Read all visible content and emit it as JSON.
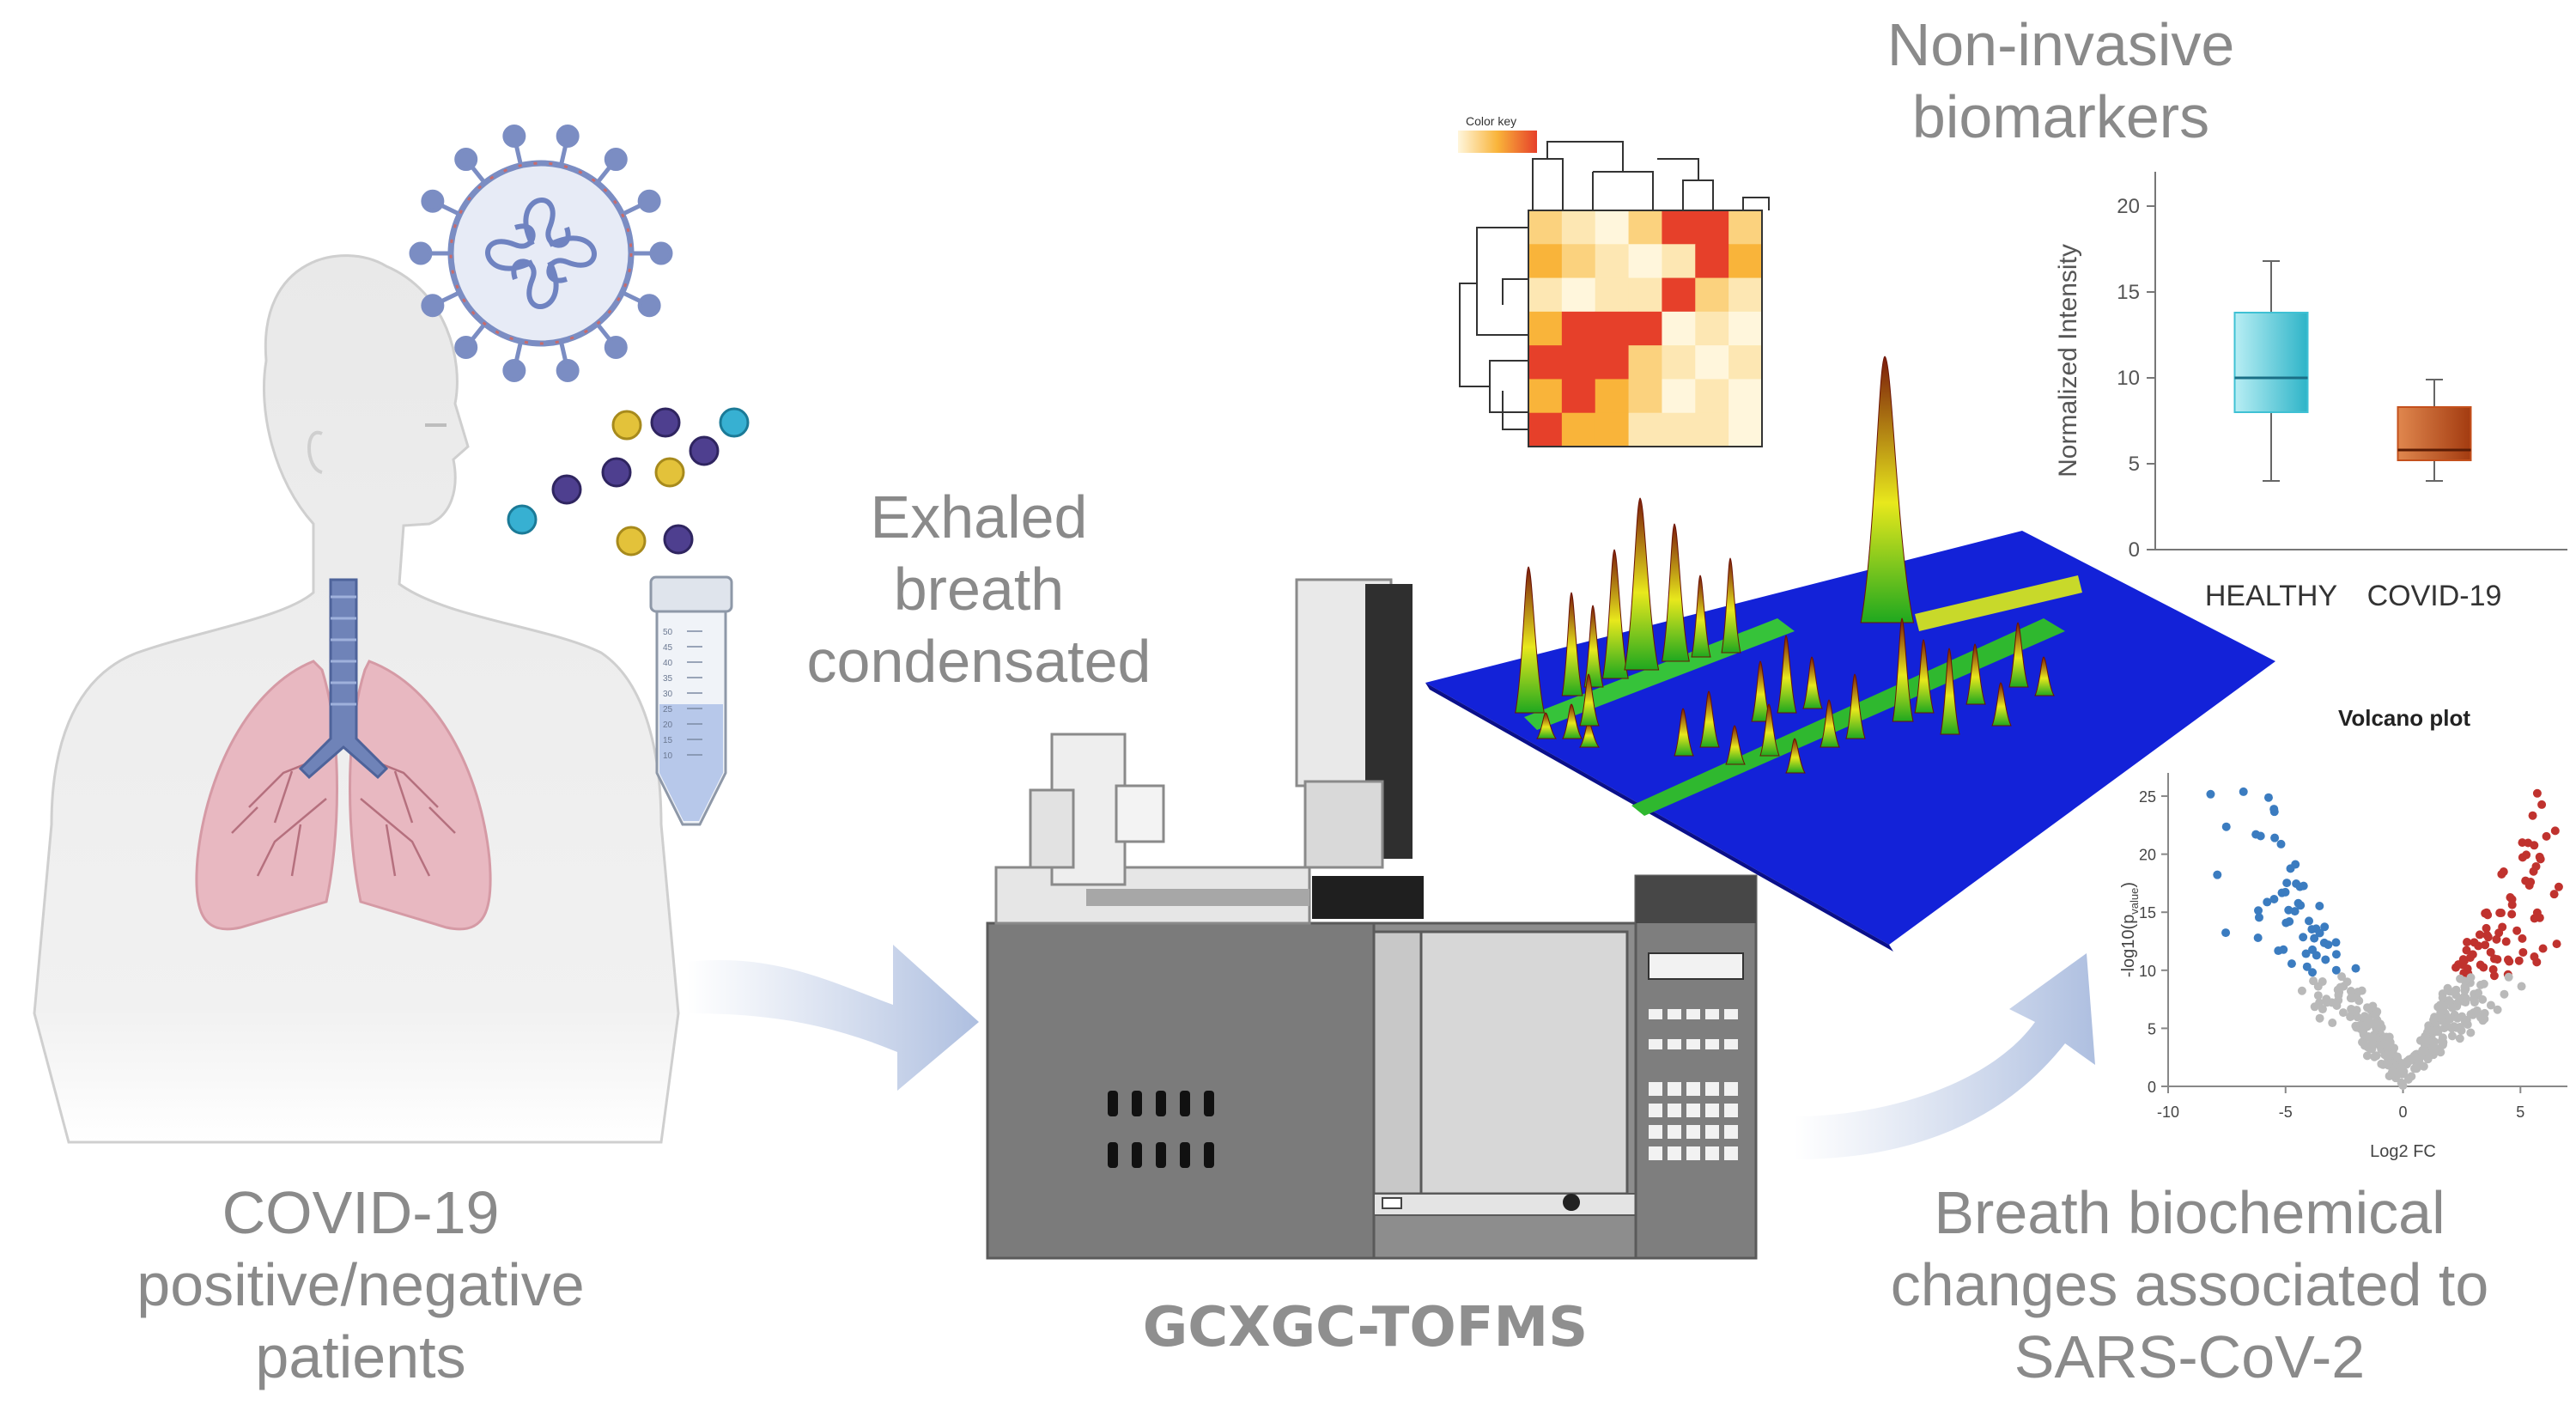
{
  "captions": {
    "patients": [
      "COVID-19",
      "positive/negative",
      "patients"
    ],
    "ebc": [
      "Exhaled",
      "breath",
      "condensated"
    ],
    "biomarkers": [
      "Non-invasive",
      "biomarkers"
    ],
    "changes": [
      "Breath biochemical",
      "changes associated to",
      "SARS-CoV-2"
    ],
    "instrument": "GCXGC-TOFMS"
  },
  "heatmap": {
    "color_key_label": "Color key",
    "colors": {
      "low": "#fff6dc",
      "mid": "#f9b43a",
      "high": "#e6402a"
    }
  },
  "boxplot": {
    "ylabel": "Normalized Intensity",
    "ylim": [
      0,
      22
    ],
    "ticks": [
      "0",
      "5",
      "10",
      "15",
      "20"
    ],
    "groups": [
      {
        "name": "HEALTHY",
        "min": 4,
        "q1": 8,
        "median": 10,
        "q3": 13.8,
        "max": 16.8,
        "color": "#3fc1d4"
      },
      {
        "name": "COVID-19",
        "min": 4,
        "q1": 5.2,
        "median": 5.8,
        "q3": 8.3,
        "max": 9.9,
        "color": "#c4501c"
      }
    ]
  },
  "volcano": {
    "title": "Volcano plot",
    "xlabel": "Log2 FC",
    "ylabel_main": "-log10(p",
    "ylabel_sub": "value",
    "ylabel_close": ")",
    "xticks": [
      "-10",
      "-5",
      "0",
      "5"
    ],
    "yticks": [
      "0",
      "5",
      "10",
      "15",
      "20",
      "25"
    ],
    "colors": {
      "down": "#3b7cc0",
      "up": "#c0322e",
      "ns": "#b9b9b9"
    }
  },
  "tube_scale": [
    "50",
    "45",
    "40",
    "35",
    "30",
    "25",
    "20",
    "15",
    "10"
  ]
}
